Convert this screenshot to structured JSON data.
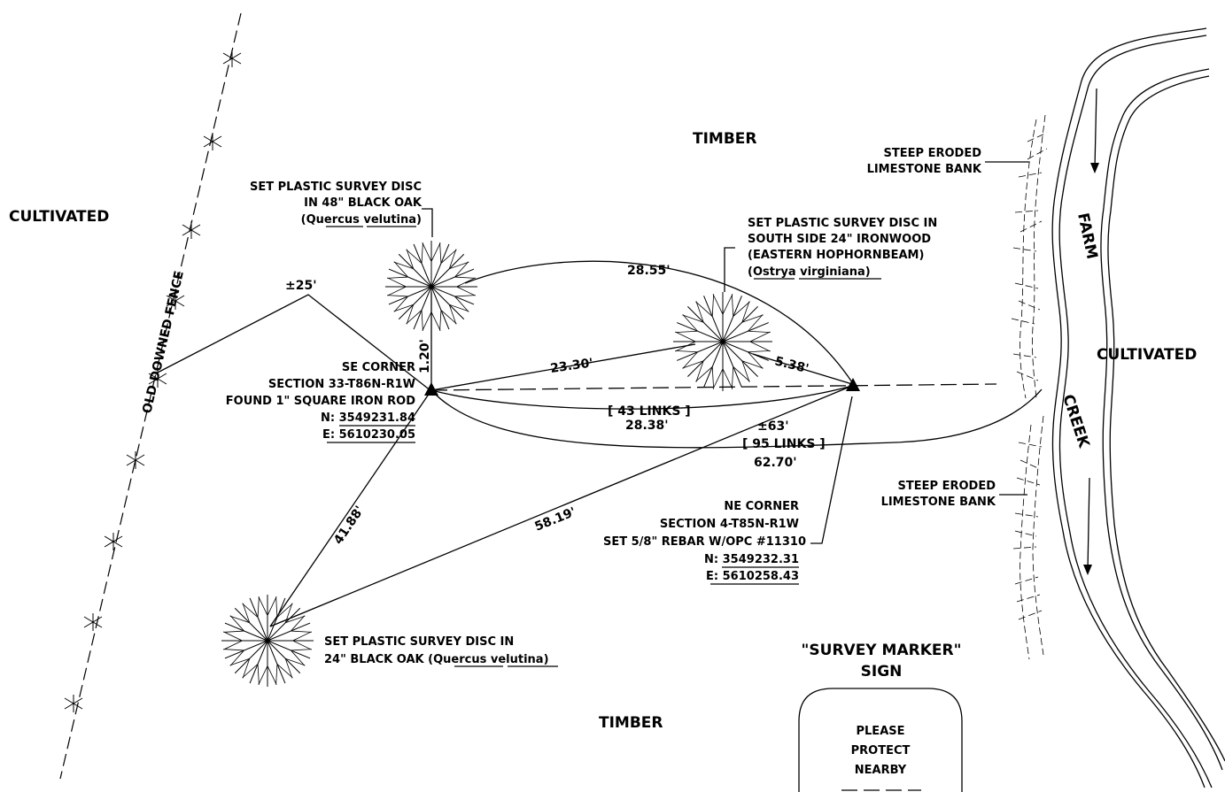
{
  "areas": {
    "cultivated_west": "CULTIVATED",
    "cultivated_east": "CULTIVATED",
    "timber_north": "TIMBER",
    "timber_south": "TIMBER"
  },
  "fence": {
    "label": "OLD DOWNED FENCE"
  },
  "creek": {
    "word1": "FARM",
    "word2": "CREEK"
  },
  "banks": {
    "upper": [
      "STEEP ERODED",
      "LIMESTONE BANK"
    ],
    "lower": [
      "STEEP ERODED",
      "LIMESTONE BANK"
    ]
  },
  "trees": {
    "oak48": {
      "line1": "SET PLASTIC SURVEY DISC",
      "line2": "IN 48\" BLACK OAK",
      "species_prefix": "(",
      "genus": "Quercus",
      "epithet": "velutina",
      "species_suffix": ")"
    },
    "ironwood": {
      "line1": "SET PLASTIC SURVEY DISC IN",
      "line2": "SOUTH SIDE 24\" IRONWOOD",
      "line3": "(EASTERN HOPHORNBEAM)",
      "species_prefix": "(",
      "genus": "Ostrya",
      "epithet": "virginiana",
      "species_suffix": ")"
    },
    "oak24": {
      "line1": "SET PLASTIC SURVEY DISC IN",
      "line2_prefix": "24\" BLACK OAK (",
      "genus": "Quercus",
      "epithet": "velutina",
      "species_suffix": ")"
    }
  },
  "se_corner": {
    "line1": "SE CORNER",
    "line2": "SECTION 33-T86N-R1W",
    "line3": "FOUND 1\" SQUARE IRON ROD",
    "north_label": "N: ",
    "north_value": "3549231.84",
    "east_label": "E: ",
    "east_value": "5610230.05"
  },
  "ne_corner": {
    "line1": "NE CORNER",
    "line2": "SECTION 4-T85N-R1W",
    "line3": "SET 5/8\" REBAR W/OPC #11310",
    "north_label": "N: ",
    "north_value": "3549232.31",
    "east_label": "E: ",
    "east_value": "5610258.43"
  },
  "distances": {
    "fence_tie": "±25'",
    "oak48_to_se": "1.20'",
    "oak48_to_ne": "28.55'",
    "se_to_ironwood": "23.30'",
    "ironwood_to_ne": "5.38'",
    "links_43": "[ 43 LINKS ]",
    "dist_28_38": "28.38'",
    "creek_tie": "±63'",
    "links_95": "[ 95 LINKS ]",
    "dist_62_70": "62.70'",
    "se_to_oak24": "41.88'",
    "ne_to_oak24": "58.19'"
  },
  "sign": {
    "title_line1": "\"SURVEY MARKER\"",
    "title_line2": "SIGN",
    "line1": "PLEASE",
    "line2": "PROTECT",
    "line3": "NEARBY"
  }
}
